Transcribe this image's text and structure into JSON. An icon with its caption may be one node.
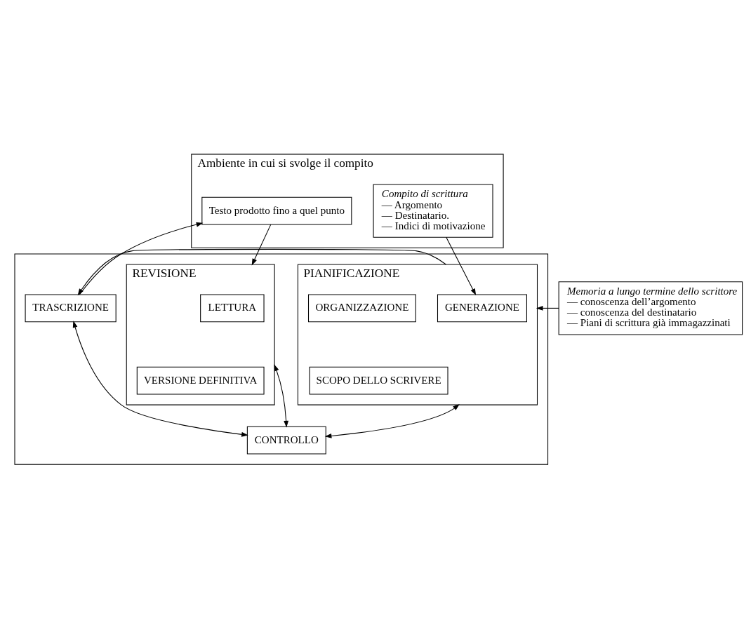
{
  "diagram": {
    "nodes": [
      {
        "text": [
          "Ambiente in cui si svolge il compito"
        ]
      },
      {
        "text": [
          "Compito di scrittura",
          "— Argomento",
          "— Destinatario.",
          "— Indici di motivazione"
        ],
        "in": 0
      },
      {
        "text": [
          "Testo prodotto fino a quel punto"
        ],
        "in": 0
      },
      {
        "text": [
          "Memoria a lungo termine dello scrittore",
          "— conoscenza dell’argomento",
          "— conoscenza del destinatario",
          "— Piani di scrittura già immagazzinati"
        ]
      },
      {
        "text": [],
        "shape": "box"
      },
      {
        "text": [
          "PIANIFICAZIONE"
        ],
        "in": 4
      },
      {
        "text": [
          "GENERAZIONE"
        ],
        "in": 5
      },
      {
        "text": [
          "ORGANIZZAZIONE"
        ],
        "in": 5
      },
      {
        "text": [
          "SCOPO DELLO SCRIVERE"
        ],
        "in": 5
      },
      {
        "text": [
          "TRASCRIZIONE"
        ],
        "in": 4
      },
      {
        "text": [
          "REVISIONE"
        ],
        "in": 4
      },
      {
        "text": [
          "LETTURA"
        ],
        "in": 10
      },
      {
        "text": [
          "VERSIONE DEFINITIVA"
        ],
        "in": 10
      },
      {
        "text": [
          "CONTROLLO"
        ],
        "in": 4
      }
    ],
    "edges": [
      {
        "from": 1,
        "to": 6,
        "arrow": "to"
      },
      {
        "from": 9,
        "to": 2,
        "arrow": "to"
      },
      {
        "from": 2,
        "to": 10,
        "arrow": "to"
      },
      {
        "from": 3,
        "to": 5,
        "arrow": "to"
      },
      {
        "from": 5,
        "to": 9,
        "arrow": "to"
      },
      {
        "from": 5,
        "to": 13,
        "arrow": "both"
      },
      {
        "from": 9,
        "to": 13,
        "arrow": "both"
      },
      {
        "from": 10,
        "to": 13,
        "arrow": "both"
      }
    ]
  }
}
